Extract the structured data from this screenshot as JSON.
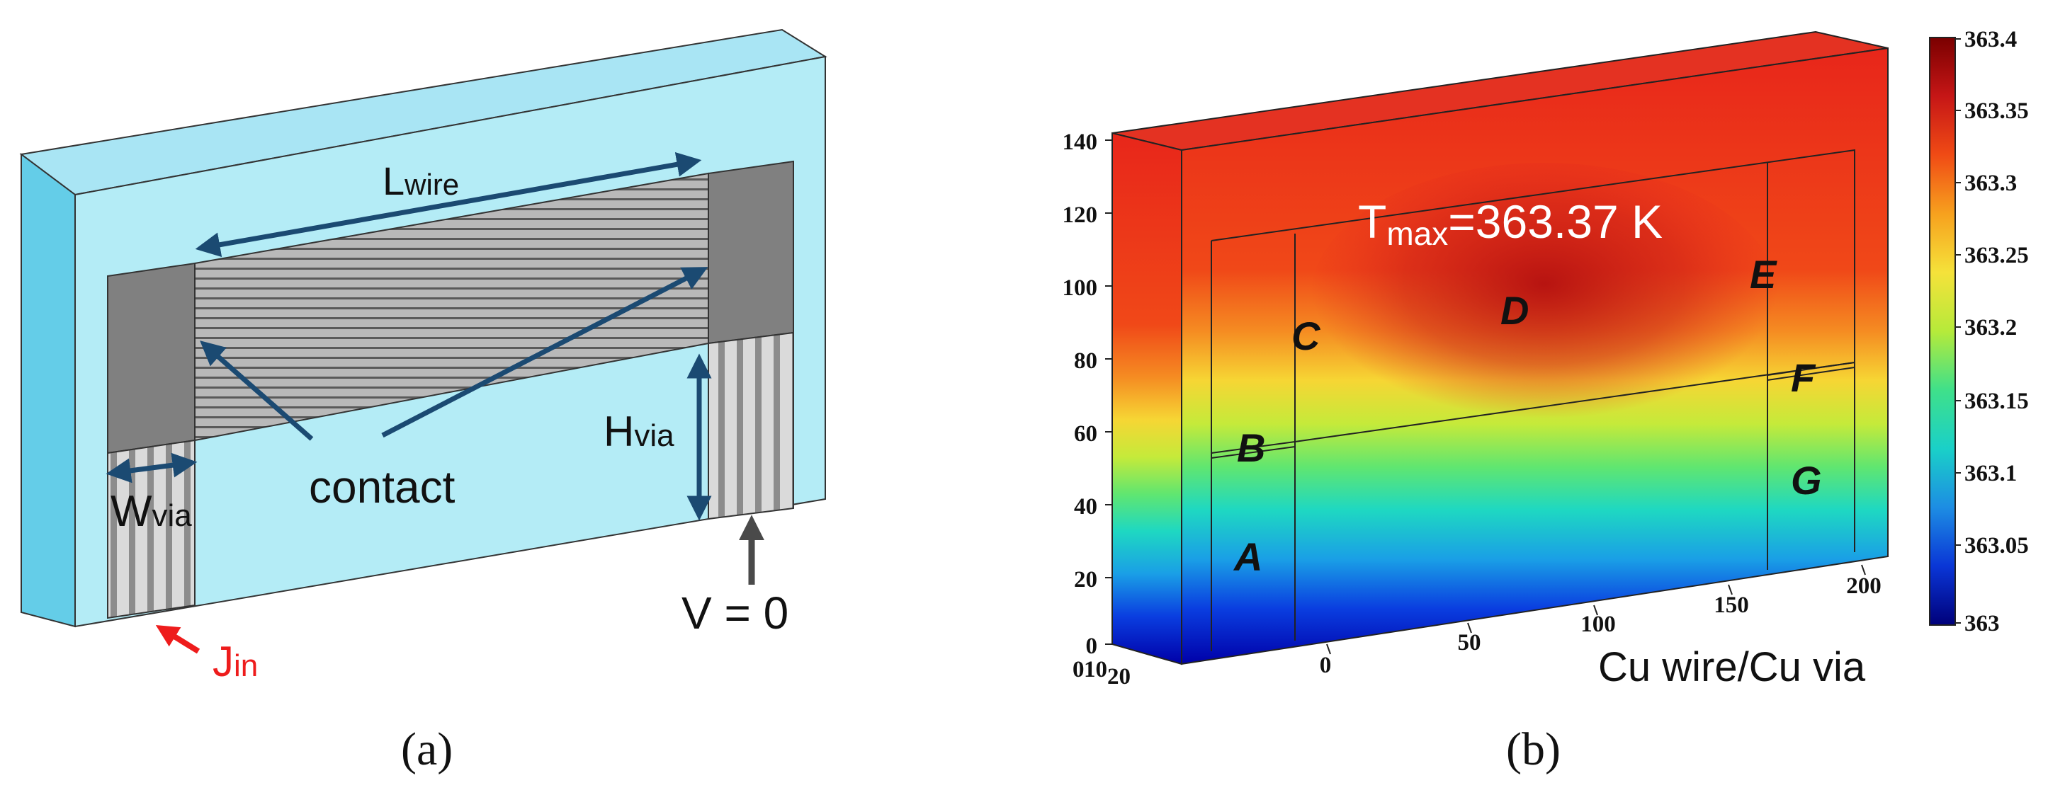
{
  "panel_a": {
    "caption": "(a)",
    "l_wire": {
      "main": "L",
      "sub": "wire"
    },
    "h_via": {
      "main": "H",
      "sub": "via"
    },
    "w_via": {
      "main": "W",
      "sub": "via"
    },
    "contact": "contact",
    "v_zero": "V = 0",
    "j_in": {
      "main": "J",
      "sub": "in"
    },
    "colors": {
      "slab_face": "#b4ecf6",
      "slab_top": "#a9e5f4",
      "slab_side": "#64cde8",
      "wire_stripe_dark": "#555555",
      "wire_stripe_light": "#b9b9b9",
      "contact_block": "#808080",
      "arrow_blue": "#1b4a72",
      "arrow_gray": "#4a4a4a",
      "arrow_red": "#ee1c1c"
    }
  },
  "panel_b": {
    "caption": "(b)",
    "tmax": {
      "main": "T",
      "sub": "max",
      "rest": "=363.37 K"
    },
    "axis_label": "Cu wire/Cu via",
    "y_ticks": [
      "140",
      "120",
      "100",
      "80",
      "60",
      "40",
      "20",
      "0"
    ],
    "x_ticks": [
      "0",
      "50",
      "100",
      "150",
      "200"
    ],
    "z_ticks": [
      "0",
      "10",
      "20"
    ],
    "regions": [
      "A",
      "B",
      "C",
      "D",
      "E",
      "F",
      "G"
    ],
    "colorbar": {
      "ticks": [
        "363.4",
        "363.35",
        "363.3",
        "363.25",
        "363.2",
        "363.15",
        "363.1",
        "363.05",
        "363"
      ],
      "min": 363,
      "max": 363.4,
      "colors": [
        "#00007a",
        "#0a36d6",
        "#1d8de3",
        "#1ad0c8",
        "#3fe08a",
        "#b6ea3a",
        "#f5e23a",
        "#f7a11e",
        "#f04b15",
        "#c61616",
        "#7a0000"
      ]
    }
  }
}
